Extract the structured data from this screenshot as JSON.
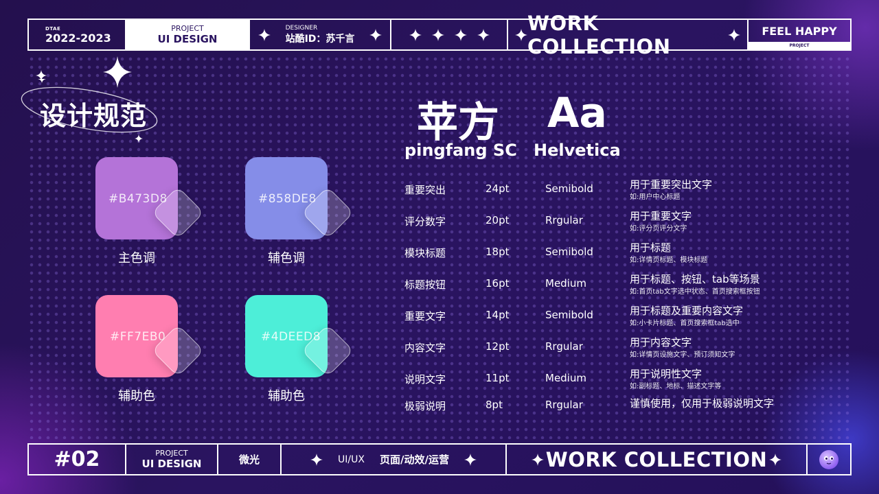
{
  "header": {
    "date_label": "DTAE",
    "date_value": "2022-2023",
    "project_label": "PROJECT",
    "project_value": "UI DESIGN",
    "designer_label": "DESIGNER",
    "designer_value": "站酷ID：苏千言",
    "work_collection": "WORK COLLECTION",
    "feel_happy": "FEEL HAPPY",
    "feel_sub": "PROJECT"
  },
  "section_title": "设计规范",
  "swatches": [
    {
      "hex": "#B473D8",
      "label": "主色调",
      "color": "#B473D8"
    },
    {
      "hex": "#858DE8",
      "label": "辅色调",
      "color": "#858DE8"
    },
    {
      "hex": "#FF7EB0",
      "label": "辅助色",
      "color": "#FF7EB0"
    },
    {
      "hex": "#4DEED8",
      "label": "辅助色",
      "color": "#4DEED8"
    }
  ],
  "fonts": {
    "cn_sample": "苹方",
    "en_sample": "Aa",
    "cn_name": "pingfang SC",
    "en_name": "Helvetica"
  },
  "type_rows": [
    {
      "name": "重要突出",
      "size": "24pt",
      "weight": "Semibold",
      "usage": "用于重要突出文字",
      "example": "如:用户中心标题"
    },
    {
      "name": "评分数字",
      "size": "20pt",
      "weight": "Rrgular",
      "usage": "用于重要文字",
      "example": "如:评分页评分文字"
    },
    {
      "name": "模块标题",
      "size": "18pt",
      "weight": "Semibold",
      "usage": "用于标题",
      "example": "如:详情页标题、模块标题"
    },
    {
      "name": "标题按钮",
      "size": "16pt",
      "weight": "Medium",
      "usage": "用于标题、按钮、tab等场景",
      "example": "如:首页tab文字选中状态、首页搜索框按钮"
    },
    {
      "name": "重要文字",
      "size": "14pt",
      "weight": "Semibold",
      "usage": "用于标题及重要内容文字",
      "example": "如:小卡片标题、首页搜索框tab选中"
    },
    {
      "name": "内容文字",
      "size": "12pt",
      "weight": "Rrgular",
      "usage": "用于内容文字",
      "example": "如:详情页设施文字、预订须知文字"
    },
    {
      "name": "说明文字",
      "size": "11pt",
      "weight": "Medium",
      "usage": "用于说明性文字",
      "example": "如:副标题、地标、描述文字等"
    },
    {
      "name": "极弱说明",
      "size": "8pt",
      "weight": "Rrgular",
      "usage": "谨慎使用，仅用于极弱说明文字",
      "example": ""
    }
  ],
  "footer": {
    "number": "#02",
    "project_label": "PROJECT",
    "project_value": "UI DESIGN",
    "brand": "微光",
    "uiux": "UI/UX",
    "categories": "页面/动效/运营",
    "work_collection": "WORK COLLECTION"
  },
  "icons": [
    "sparkle-icon",
    "avatar-face-icon"
  ]
}
